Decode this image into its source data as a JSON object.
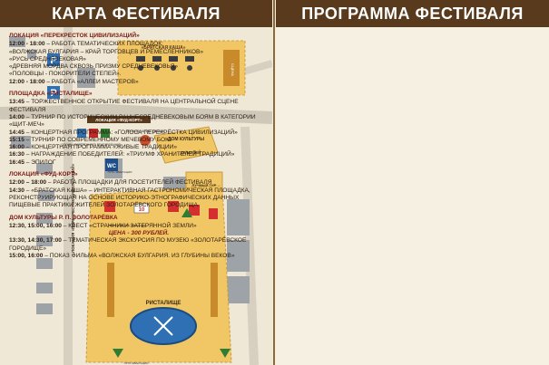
{
  "map_header": "КАРТА ФЕСТИВАЛЯ",
  "program_header": "ПРОГРАММА ФЕСТИВАЛЯ",
  "map_labels": {
    "bratskaya_kasha": "«БРАТСКАЯ КАША»",
    "scena": "СЦЕНА",
    "lokaciya_fud_kort": "ЛОКАЦИЯ «ФУД-КОРТ»",
    "sluzhby": "СЛУЖБЫ ЭКСТРЕННОГО РЕАГИРОВАНИЯ",
    "prohod": "ПРОХОД НА ФЕСТИВАЛЬ",
    "dom_kultury": "ДОМ КУЛЬТУРЫ",
    "dk_muzei": "ДК/МУЗЕЙ",
    "put_evakuacii": "ПУТЬ ЭВАКУАЦИИ",
    "luchnyi_tir": "ЛУЧНЫЙ ТИР",
    "lokaciya_perekrestok": "ЛОКАЦИЯ «ПЕРЕКРЕСТОК ЦИВИЛИЗАЦИЙ»",
    "ristalishche": "РИСТАЛИЩЕ",
    "wc": "WC",
    "parking": "P",
    "first_aid": "10",
    "temat_ploshchadka": "ТЕМАТИЧЕСКИЕ ПЛОЩАДКИ"
  },
  "program": [
    {
      "title": "ЛОКАЦИЯ «ПЕРЕКРЕСТОК ЦИВИЛИЗАЦИЙ»",
      "lines": [
        {
          "time": "12:00 - 18:00",
          "text": " – РАБОТА ТЕМАТИЧЕСКИХ ПЛОЩАДОК:"
        },
        {
          "time": "",
          "text": "«ВОЛЖСКАЯ БУЛГАРИЯ – КРАЙ ТОРГОВЦЕВ И РЕМЕСЛЕННИКОВ»"
        },
        {
          "time": "",
          "text": "«РУСЬ СРЕДНЕВЕКОВАЯ»"
        },
        {
          "time": "",
          "text": "«ДРЕВНЯЯ МОРДВА СКВОЗЬ ПРИЗМУ СРЕДНЕВЕКОВЬЯ»"
        },
        {
          "time": "",
          "text": "«ПОЛОВЦЫ - ПОКОРИТЕЛИ СТЕПЕЙ»."
        },
        {
          "time": "12:00 - 18:00",
          "text": " – РАБОТА «АЛЛЕИ МАСТЕРОВ»"
        }
      ]
    },
    {
      "title": "ПЛОЩАДКА «РИСТАЛИЩЕ»",
      "lines": [
        {
          "time": "13:45",
          "text": " – ТОРЖЕСТВЕННОЕ ОТКРЫТИЕ ФЕСТИВАЛЯ НА ЦЕНТРАЛЬНОЙ СЦЕНЕ ФЕСТИВАЛЯ"
        },
        {
          "time": "14:00",
          "text": " – ТУРНИР ПО ИСТОРИЧЕСКИМ РАННЕСРЕДНЕВЕКОВЫМ БОЯМ В КАТЕГОРИИ «ЩИТ-МЕЧ»"
        },
        {
          "time": "14:45",
          "text": " – КОНЦЕРТНАЯ ПРОГРАММА: «ГОЛОСА ПЕРЕКРЁСТКА ЦИВИЛИЗАЦИЙ»"
        },
        {
          "time": "15:15",
          "text": " – ТУРНИР ПО СОВРЕМЕННОМУ МЕЧЕВОМУ БОЮ"
        },
        {
          "time": "16:00",
          "text": " – КОНЦЕРТНАЯ ПРОГРАММА «ЖИВЫЕ ТРАДИЦИИ»"
        },
        {
          "time": "16:30",
          "text": " – НАГРАЖДЕНИЕ ПОБЕДИТЕЛЕЙ: «ТРИУМФ ХРАНИТЕЛЕЙ ТРАДИЦИЙ»"
        },
        {
          "time": "16:45",
          "text": " – ЭПИЛОГ"
        }
      ]
    },
    {
      "title": "ЛОКАЦИЯ «ФУД-КОРТ»",
      "lines": [
        {
          "time": "12:00 – 18:00",
          "text": " – РАБОТА ПЛОЩАДКИ ДЛЯ ПОСЕТИТЕЛЕЙ ФЕСТИВАЛЯ"
        },
        {
          "time": "14:30",
          "text": " – «БРАТСКАЯ КАША» – ИНТЕРАКТИВНАЯ ГАСТРОНОМИЧЕСКАЯ ПЛОЩАДКА, РЕКОНСТРУИРУЮЩАЯ НА ОСНОВЕ ИСТОРИКО-ЭТНОГРАФИЧЕСКИХ ДАННЫХ ПИЩЕВЫЕ ПРАКТИКИ ЖИТЕЛЕЙ ЗОЛОТАРЁВСКОГО ГОРОДИЩА."
        }
      ]
    },
    {
      "title": "ДОМ КУЛЬТУРЫ Р. П. ЗОЛОТАРЁВКА",
      "lines": [
        {
          "time": "12:30, 15:00, 16:00",
          "text": " – КВЕСТ «СТРАННИКИ ЗАТЕРЯННОЙ ЗЕМЛИ»"
        },
        {
          "time": "",
          "text": "ЦЕНА - 300 РУБЛЕЙ.",
          "price": true
        },
        {
          "time": "13:30, 14:30, 17:00",
          "text": " – ТЕМАТИЧЕСКАЯ ЭКСКУРСИЯ ПО МУЗЕЮ «ЗОЛОТАРЁВСКОЕ ГОРОДИЩЕ»"
        },
        {
          "time": "15:00, 16:00",
          "text": " – ПОКАЗ ФИЛЬМА «ВОЛЖСКАЯ БУЛГАРИЯ. ИЗ ГЛУБИНЫ ВЕКОВ»"
        }
      ]
    }
  ]
}
